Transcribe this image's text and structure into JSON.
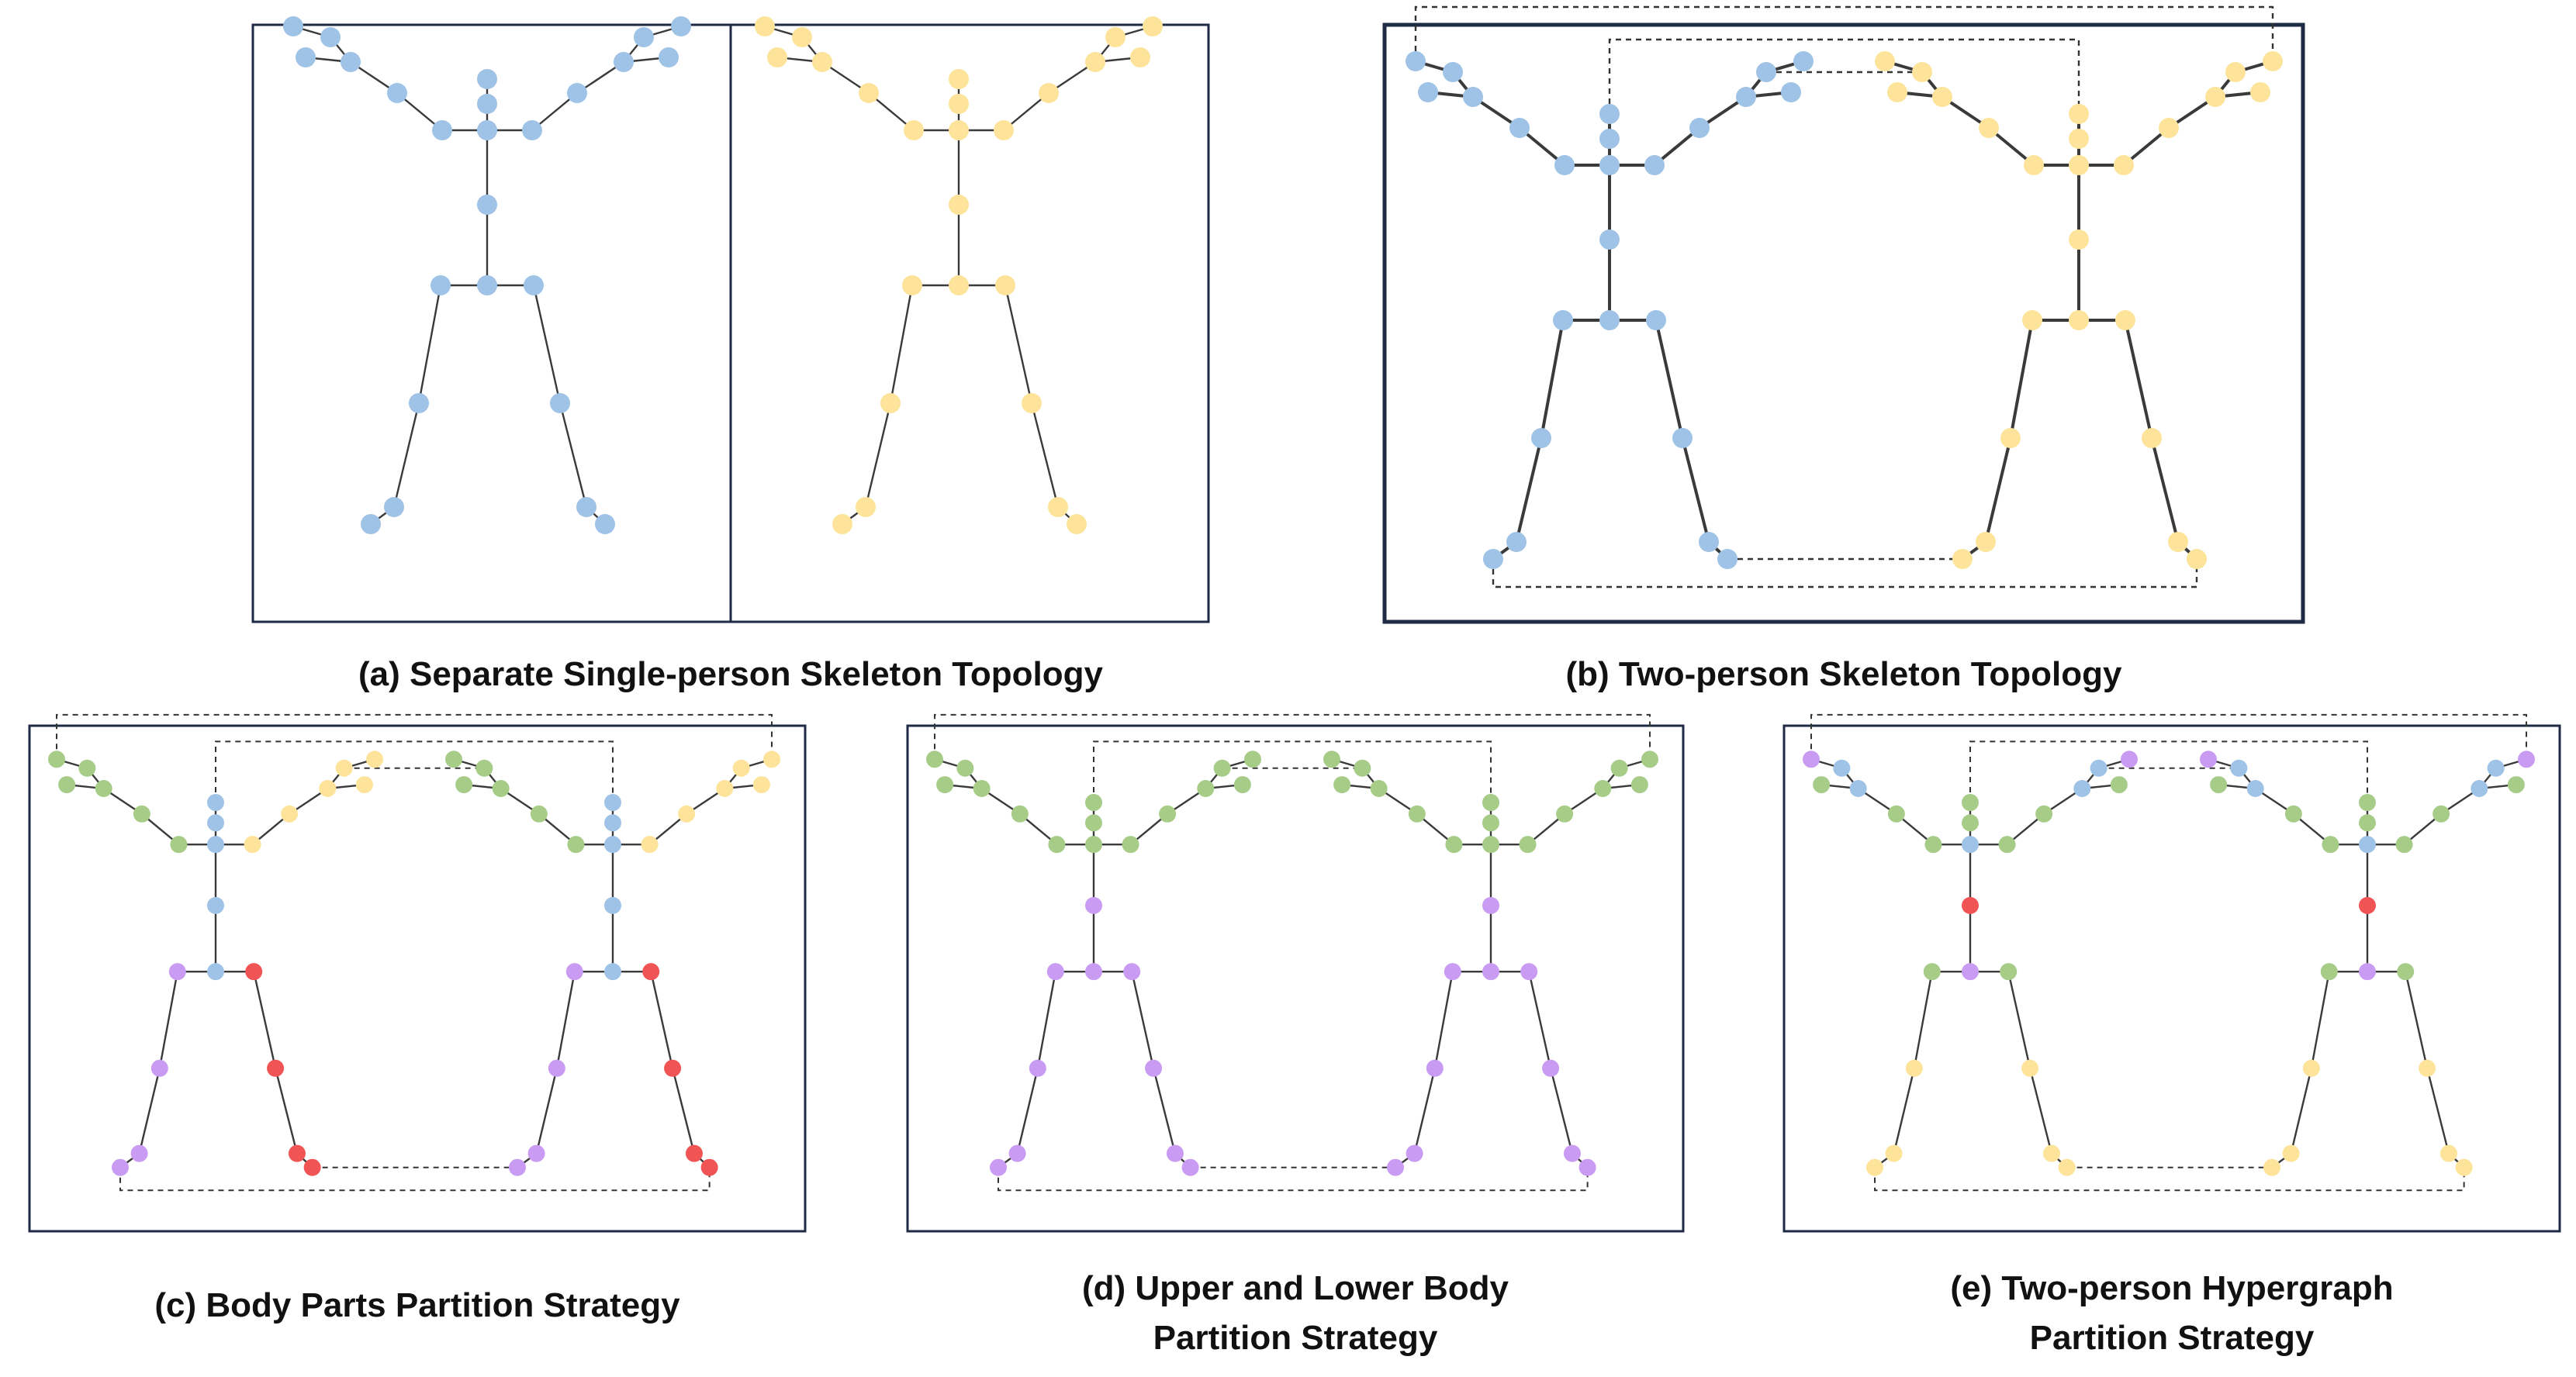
{
  "captions": {
    "a": "(a) Separate Single-person  Skeleton Topology",
    "b": "(b) Two-person  Skeleton Topology",
    "c": "(c) Body Parts Partition Strategy",
    "d_line1": "(d) Upper and Lower Body",
    "d_line2": "Partition Strategy",
    "e_line1": "(e) Two-person Hypergraph",
    "e_line2": "Partition Strategy"
  },
  "colors": {
    "blue": "#9fc3e6",
    "yellow": "#fde49a",
    "green": "#a6cc88",
    "purple": "#c99bf2",
    "red": "#f05454",
    "edge": "#3a3a3a",
    "frame": "#1f2a44"
  },
  "skeleton_edges": [
    [
      "head",
      "neck"
    ],
    [
      "neck",
      "spine_shoulder"
    ],
    [
      "spine_shoulder",
      "spine_mid"
    ],
    [
      "spine_mid",
      "spine_base"
    ],
    [
      "spine_shoulder",
      "shoulder_l"
    ],
    [
      "shoulder_l",
      "elbow_l"
    ],
    [
      "elbow_l",
      "wrist_l"
    ],
    [
      "wrist_l",
      "hand_l"
    ],
    [
      "hand_l",
      "handtip_l"
    ],
    [
      "wrist_l",
      "thumb_l"
    ],
    [
      "spine_shoulder",
      "shoulder_r"
    ],
    [
      "shoulder_r",
      "elbow_r"
    ],
    [
      "elbow_r",
      "wrist_r"
    ],
    [
      "wrist_r",
      "hand_r"
    ],
    [
      "hand_r",
      "handtip_r"
    ],
    [
      "wrist_r",
      "thumb_r"
    ],
    [
      "spine_base",
      "hip_l"
    ],
    [
      "hip_l",
      "knee_l"
    ],
    [
      "knee_l",
      "ankle_l"
    ],
    [
      "ankle_l",
      "foot_l"
    ],
    [
      "spine_base",
      "hip_r"
    ],
    [
      "hip_r",
      "knee_r"
    ],
    [
      "knee_r",
      "ankle_r"
    ],
    [
      "ankle_r",
      "foot_r"
    ]
  ],
  "inter_person_links": [
    [
      "handtip_l",
      "handtip_r"
    ],
    [
      "hand_r",
      "hand_l"
    ],
    [
      "foot_r",
      "foot_l"
    ],
    [
      "head",
      "head"
    ]
  ],
  "panels": {
    "a": {
      "persons": [
        {
          "colors": "all_blue"
        },
        {
          "colors": "all_yellow"
        }
      ],
      "interactions": false
    },
    "b": {
      "persons": [
        {
          "colors": "all_blue"
        },
        {
          "colors": "all_yellow"
        }
      ],
      "interactions": true
    },
    "c": {
      "persons": [
        {
          "colors": "body_parts"
        },
        {
          "colors": "body_parts"
        }
      ],
      "interactions": true
    },
    "d": {
      "persons": [
        {
          "colors": "upper_lower"
        },
        {
          "colors": "upper_lower"
        }
      ],
      "interactions": true
    },
    "e": {
      "persons": [
        {
          "colors": "hypergraph"
        },
        {
          "colors": "hypergraph"
        }
      ],
      "interactions": true
    }
  },
  "partition_schemes": {
    "all_blue": {
      "default": "blue"
    },
    "all_yellow": {
      "default": "yellow"
    },
    "body_parts": {
      "default": "blue",
      "green": [
        "shoulder_l",
        "elbow_l",
        "wrist_l",
        "hand_l",
        "handtip_l",
        "thumb_l"
      ],
      "yellow": [
        "shoulder_r",
        "elbow_r",
        "wrist_r",
        "hand_r",
        "handtip_r",
        "thumb_r"
      ],
      "purple": [
        "hip_l",
        "knee_l",
        "ankle_l",
        "foot_l"
      ],
      "red": [
        "hip_r",
        "knee_r",
        "ankle_r",
        "foot_r"
      ]
    },
    "upper_lower": {
      "default": "green",
      "purple": [
        "spine_mid",
        "hip_l",
        "knee_l",
        "ankle_l",
        "foot_l",
        "spine_base",
        "hip_r",
        "knee_r",
        "ankle_r",
        "foot_r"
      ]
    },
    "hypergraph": {
      "default": "green",
      "blue": [
        "wrist_l",
        "hand_l",
        "wrist_r",
        "hand_r",
        "spine_shoulder"
      ],
      "purple": [
        "handtip_l",
        "handtip_r"
      ],
      "red": [
        "spine_mid"
      ],
      "yellow": [
        "knee_l",
        "ankle_l",
        "foot_l",
        "knee_r",
        "ankle_r",
        "foot_r"
      ],
      "purple2": [
        "spine_base"
      ]
    }
  }
}
